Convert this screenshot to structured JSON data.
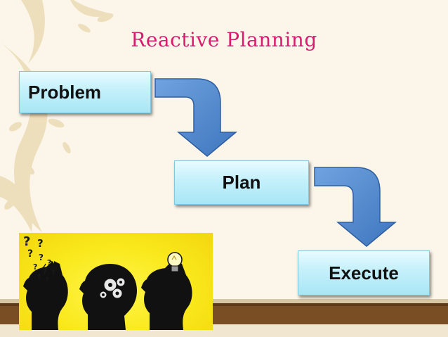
{
  "slide": {
    "title": "Reactive Planning"
  },
  "steps": [
    {
      "label": "Problem"
    },
    {
      "label": "Plan"
    },
    {
      "label": "Execute"
    }
  ],
  "illustration": {
    "question_marks": [
      "?",
      "?",
      "?",
      "?",
      "?",
      "?",
      "?",
      "?",
      "?",
      "?"
    ]
  },
  "colors": {
    "title": "#d81b6f",
    "box_fill": "#c7f1fb",
    "arrow": "#5a8fcf",
    "illustration_bg": "#f9e81b",
    "band": "#7a4e25"
  }
}
